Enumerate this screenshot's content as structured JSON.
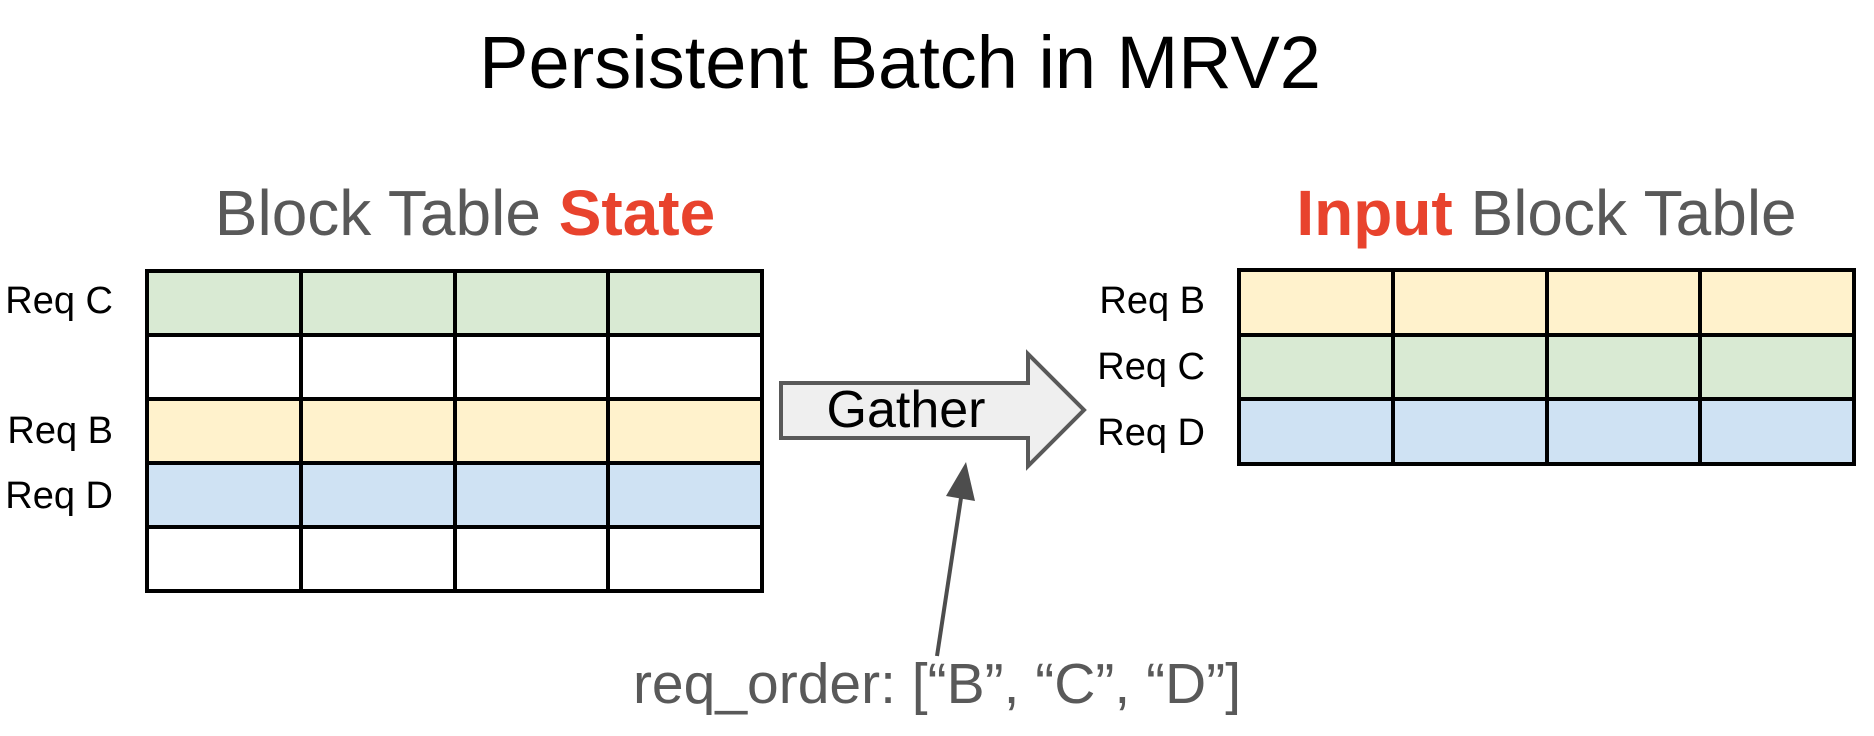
{
  "title": "Persistent Batch in MRV2",
  "colors": {
    "black": "#000000",
    "gray_text": "#595959",
    "red_accent": "#e8432d",
    "row_green": "#d9ead3",
    "row_yellow": "#fff2cc",
    "row_blue": "#cfe2f3",
    "row_white": "#ffffff",
    "table_border": "#000000",
    "arrow_fill": "#efefef",
    "arrow_stroke": "#595959",
    "annotation_arrow": "#4d4d4d"
  },
  "left_table": {
    "heading": {
      "prefix": "Block Table ",
      "highlight": "State"
    },
    "columns": 4,
    "rows": [
      {
        "label": "Req C",
        "color": "row_green"
      },
      {
        "label": "",
        "color": "row_white"
      },
      {
        "label": "Req B",
        "color": "row_yellow"
      },
      {
        "label": "Req D",
        "color": "row_blue"
      },
      {
        "label": "",
        "color": "row_white"
      }
    ]
  },
  "right_table": {
    "heading": {
      "highlight": "Input",
      "suffix": " Block Table"
    },
    "columns": 4,
    "rows": [
      {
        "label": "Req B",
        "color": "row_yellow"
      },
      {
        "label": "Req C",
        "color": "row_green"
      },
      {
        "label": "Req D",
        "color": "row_blue"
      }
    ]
  },
  "gather_arrow": {
    "label": "Gather"
  },
  "annotation": {
    "text": "req_order: [“B”, “C”, “D”]"
  }
}
